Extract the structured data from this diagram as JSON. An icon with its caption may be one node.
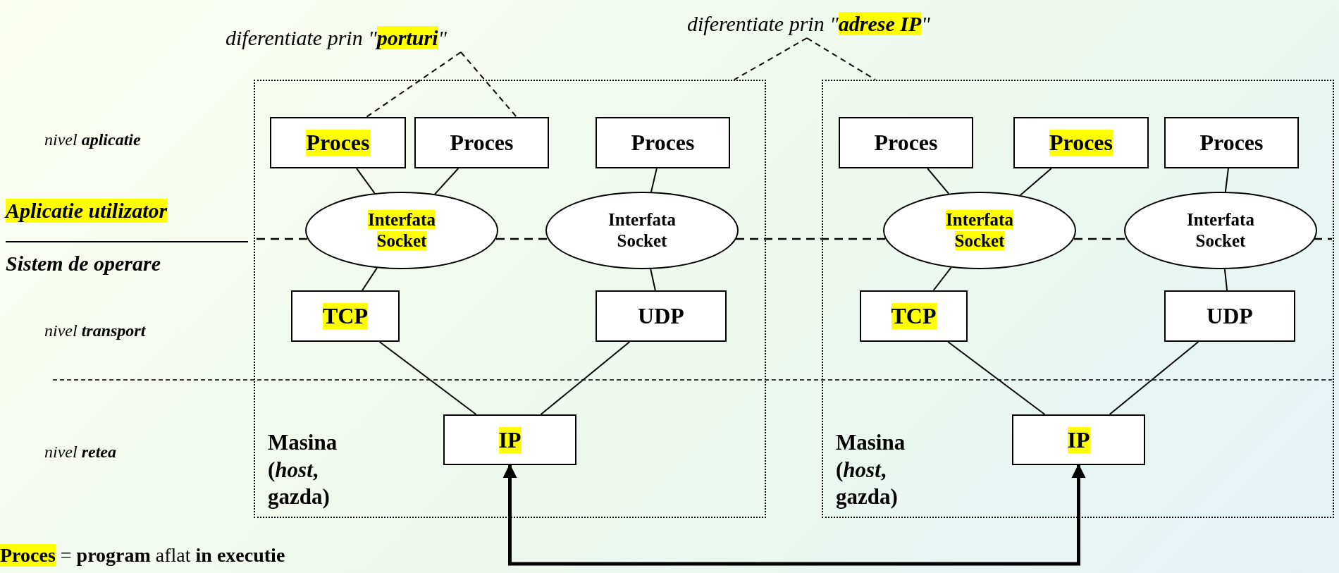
{
  "diagram": {
    "nodes": [
      {
        "text": [
          "diferentiate prin \"**porturi**\""
        ]
      },
      {
        "text": [
          "diferentiate prin \"**adrese IP**\""
        ]
      },
      {
        "text": [
          "Masina (*host*, gazda)"
        ]
      },
      {
        "text": [
          "Proces"
        ],
        "in": 2
      },
      {
        "text": [
          "Proces"
        ],
        "in": 2
      },
      {
        "text": [
          "Proces"
        ],
        "in": 2
      },
      {
        "text": [
          "Interfata Socket"
        ],
        "in": 2
      },
      {
        "text": [
          "Interfata Socket"
        ],
        "in": 2
      },
      {
        "text": [
          "TCP"
        ],
        "in": 2
      },
      {
        "text": [
          "UDP"
        ],
        "in": 2
      },
      {
        "text": [
          "IP"
        ],
        "in": 2
      },
      {
        "text": [
          "Masina (*host*, gazda)"
        ]
      },
      {
        "text": [
          "Proces"
        ],
        "in": 11
      },
      {
        "text": [
          "Proces"
        ],
        "in": 11
      },
      {
        "text": [
          "Proces"
        ],
        "in": 11
      },
      {
        "text": [
          "Interfata Socket"
        ],
        "in": 11
      },
      {
        "text": [
          "Interfata Socket"
        ],
        "in": 11
      },
      {
        "text": [
          "TCP"
        ],
        "in": 11
      },
      {
        "text": [
          "UDP"
        ],
        "in": 11
      },
      {
        "text": [
          "IP"
        ],
        "in": 11
      }
    ],
    "edges": [
      {
        "from": 0,
        "to": 3,
        "arrow": "none",
        "style": "dashed"
      },
      {
        "from": 0,
        "to": 4,
        "arrow": "none",
        "style": "dashed"
      },
      {
        "from": 1,
        "to": 2,
        "arrow": "none",
        "style": "dashed"
      },
      {
        "from": 1,
        "to": 11,
        "arrow": "none",
        "style": "dashed"
      },
      {
        "from": 3,
        "to": 6,
        "arrow": "none"
      },
      {
        "from": 4,
        "to": 6,
        "arrow": "none"
      },
      {
        "from": 5,
        "to": 7,
        "arrow": "none"
      },
      {
        "from": 6,
        "to": 8,
        "arrow": "none"
      },
      {
        "from": 7,
        "to": 9,
        "arrow": "none"
      },
      {
        "from": 8,
        "to": 10,
        "arrow": "none"
      },
      {
        "from": 9,
        "to": 10,
        "arrow": "none"
      },
      {
        "from": 12,
        "to": 15,
        "arrow": "none"
      },
      {
        "from": 13,
        "to": 15,
        "arrow": "none"
      },
      {
        "from": 14,
        "to": 16,
        "arrow": "none"
      },
      {
        "from": 15,
        "to": 17,
        "arrow": "none"
      },
      {
        "from": 16,
        "to": 18,
        "arrow": "none"
      },
      {
        "from": 17,
        "to": 19,
        "arrow": "none"
      },
      {
        "from": 18,
        "to": 19,
        "arrow": "none"
      },
      {
        "from": 10,
        "to": 19,
        "arrow": "both",
        "style": "thick"
      }
    ],
    "labels": [
      "nivel **aplicatie**",
      "Aplicatie utilizator",
      "Sistem de operare",
      "nivel **transport**",
      "nivel **retea**",
      "**Proces** = **program** aflat **in executie**"
    ]
  }
}
